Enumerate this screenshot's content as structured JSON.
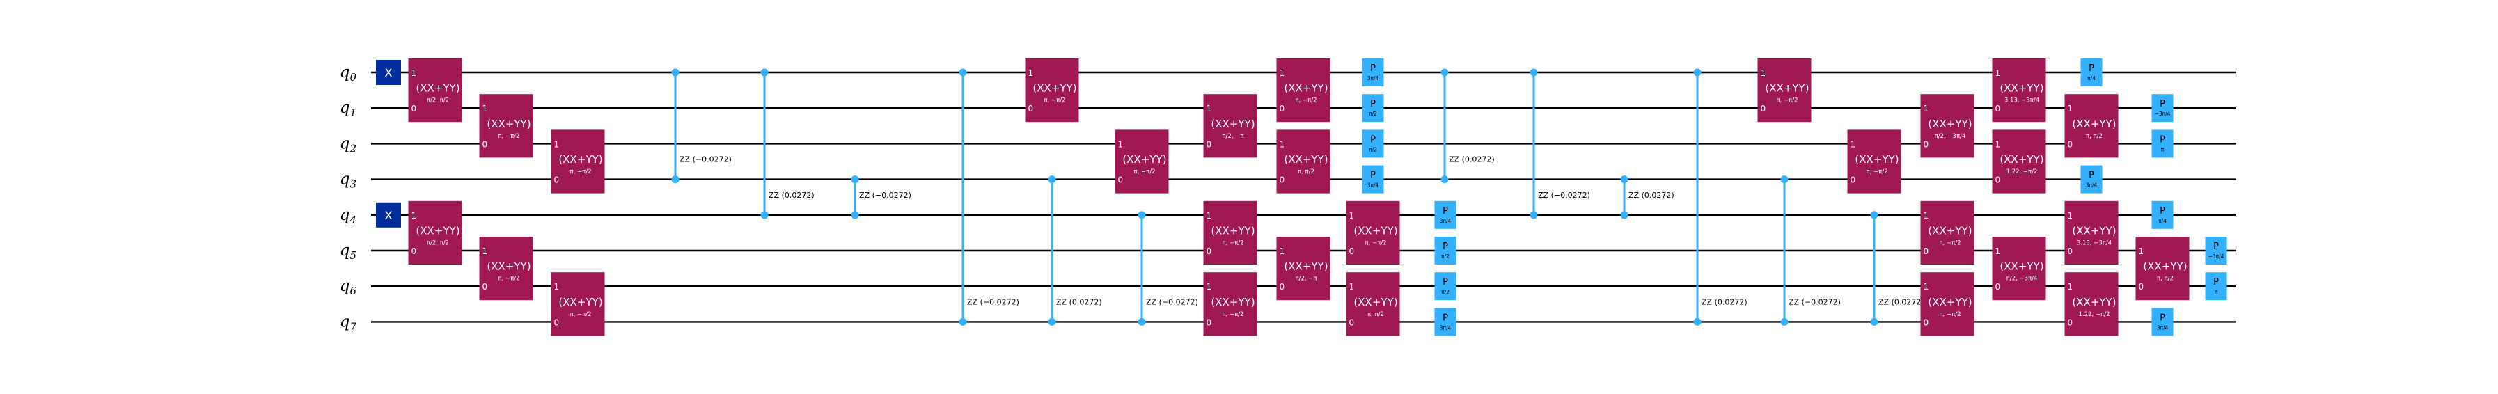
{
  "qubits": [
    {
      "name": "q",
      "index": "0"
    },
    {
      "name": "q",
      "index": "1"
    },
    {
      "name": "q",
      "index": "2"
    },
    {
      "name": "q",
      "index": "3"
    },
    {
      "name": "q",
      "index": "4"
    },
    {
      "name": "q",
      "index": "5"
    },
    {
      "name": "q",
      "index": "6"
    },
    {
      "name": "q",
      "index": "7"
    }
  ],
  "colors": {
    "x_gate": "#002D9C",
    "xx_yy_gate": "#9F1853",
    "p_gate": "#33B1FF",
    "zz_gate": "#33B1FF",
    "wire": "#000000",
    "gate_text": "#FFFFFF"
  },
  "gate_labels": {
    "x": "X",
    "xx_yy": "(XX+YY)",
    "p": "P",
    "port_top": "1",
    "port_bottom": "0"
  },
  "gates": [
    {
      "type": "x",
      "col": 0,
      "q": 0
    },
    {
      "type": "x",
      "col": 0,
      "q": 4
    },
    {
      "type": "xx",
      "col": 1,
      "q": [
        0,
        1
      ],
      "param": "π/2, π/2"
    },
    {
      "type": "xx",
      "col": 1,
      "q": [
        4,
        5
      ],
      "param": "π/2, π/2"
    },
    {
      "type": "xx",
      "col": 2,
      "q": [
        1,
        2
      ],
      "param": "π, −π/2"
    },
    {
      "type": "xx",
      "col": 2,
      "q": [
        5,
        6
      ],
      "param": "π, −π/2"
    },
    {
      "type": "xx",
      "col": 3,
      "q": [
        2,
        3
      ],
      "param": "π, −π/2"
    },
    {
      "type": "xx",
      "col": 3,
      "q": [
        6,
        7
      ],
      "param": "π, −π/2"
    },
    {
      "type": "zz",
      "col": 4,
      "q": [
        0,
        3
      ],
      "label": "ZZ (−0.0272)"
    },
    {
      "type": "zz",
      "col": 5,
      "q": [
        0,
        4
      ],
      "label": "ZZ (0.0272)"
    },
    {
      "type": "zz",
      "col": 6,
      "q": [
        3,
        4
      ],
      "label": "ZZ (−0.0272)"
    },
    {
      "type": "zz",
      "col": 7,
      "q": [
        0,
        7
      ],
      "label": "ZZ (−0.0272)"
    },
    {
      "type": "xx",
      "col": 8,
      "q": [
        0,
        1
      ],
      "param": "π, −π/2"
    },
    {
      "type": "zz",
      "col": 8,
      "q": [
        3,
        7
      ],
      "label": "ZZ (0.0272)"
    },
    {
      "type": "xx",
      "col": 9,
      "q": [
        2,
        3
      ],
      "param": "π, −π/2"
    },
    {
      "type": "zz",
      "col": 9,
      "q": [
        4,
        7
      ],
      "label": "ZZ (−0.0272)"
    },
    {
      "type": "xx",
      "col": 10,
      "q": [
        1,
        2
      ],
      "param": "π/2, −π"
    },
    {
      "type": "xx",
      "col": 10,
      "q": [
        4,
        5
      ],
      "param": "π, −π/2"
    },
    {
      "type": "xx",
      "col": 10,
      "q": [
        6,
        7
      ],
      "param": "π, −π/2"
    },
    {
      "type": "xx",
      "col": 11,
      "q": [
        0,
        1
      ],
      "param": "π, −π/2"
    },
    {
      "type": "xx",
      "col": 11,
      "q": [
        2,
        3
      ],
      "param": "π, π/2"
    },
    {
      "type": "xx",
      "col": 11,
      "q": [
        5,
        6
      ],
      "param": "π/2, −π"
    },
    {
      "type": "p",
      "col": 12,
      "q": 0,
      "param": "3π/4"
    },
    {
      "type": "p",
      "col": 12,
      "q": 1,
      "param": "π/2"
    },
    {
      "type": "p",
      "col": 12,
      "q": 2,
      "param": "π/2"
    },
    {
      "type": "p",
      "col": 12,
      "q": 3,
      "param": "3π/4"
    },
    {
      "type": "xx",
      "col": 12,
      "q": [
        4,
        5
      ],
      "param": "π, −π/2"
    },
    {
      "type": "xx",
      "col": 12,
      "q": [
        6,
        7
      ],
      "param": "π, π/2"
    },
    {
      "type": "p",
      "col": 13,
      "q": 4,
      "param": "3π/4"
    },
    {
      "type": "p",
      "col": 13,
      "q": 5,
      "param": "π/2"
    },
    {
      "type": "p",
      "col": 13,
      "q": 6,
      "param": "π/2"
    },
    {
      "type": "p",
      "col": 13,
      "q": 7,
      "param": "3π/4"
    },
    {
      "type": "zz",
      "col": 14,
      "q": [
        0,
        3
      ],
      "label": "ZZ (0.0272)"
    },
    {
      "type": "zz",
      "col": 15,
      "q": [
        0,
        4
      ],
      "label": "ZZ (−0.0272)"
    },
    {
      "type": "zz",
      "col": 16,
      "q": [
        3,
        4
      ],
      "label": "ZZ (0.0272)"
    },
    {
      "type": "zz",
      "col": 17,
      "q": [
        0,
        7
      ],
      "label": "ZZ (0.0272)"
    },
    {
      "type": "xx",
      "col": 18,
      "q": [
        0,
        1
      ],
      "param": "π, −π/2"
    },
    {
      "type": "zz",
      "col": 18,
      "q": [
        3,
        7
      ],
      "label": "ZZ (−0.0272)"
    },
    {
      "type": "xx",
      "col": 19,
      "q": [
        2,
        3
      ],
      "param": "π, −π/2"
    },
    {
      "type": "zz",
      "col": 19,
      "q": [
        4,
        7
      ],
      "label": "ZZ (0.0272)"
    },
    {
      "type": "xx",
      "col": 20,
      "q": [
        1,
        2
      ],
      "param": "π/2, −3π/4"
    },
    {
      "type": "xx",
      "col": 20,
      "q": [
        4,
        5
      ],
      "param": "π, −π/2"
    },
    {
      "type": "xx",
      "col": 20,
      "q": [
        6,
        7
      ],
      "param": "π, −π/2"
    },
    {
      "type": "xx",
      "col": 21,
      "q": [
        0,
        1
      ],
      "param": "3.13, −3π/4"
    },
    {
      "type": "xx",
      "col": 21,
      "q": [
        2,
        3
      ],
      "param": "1.22, −π/2"
    },
    {
      "type": "xx",
      "col": 21,
      "q": [
        5,
        6
      ],
      "param": "π/2, −3π/4"
    },
    {
      "type": "p",
      "col": 22,
      "q": 0,
      "param": "π/4"
    },
    {
      "type": "xx",
      "col": 22,
      "q": [
        1,
        2
      ],
      "param": "π, π/2"
    },
    {
      "type": "p",
      "col": 22,
      "q": 3,
      "param": "3π/4"
    },
    {
      "type": "xx",
      "col": 22,
      "q": [
        4,
        5
      ],
      "param": "3.13, −3π/4"
    },
    {
      "type": "xx",
      "col": 22,
      "q": [
        6,
        7
      ],
      "param": "1.22, −π/2"
    },
    {
      "type": "p",
      "col": 23,
      "q": 1,
      "param": "−3π/4"
    },
    {
      "type": "p",
      "col": 23,
      "q": 2,
      "param": "π"
    },
    {
      "type": "p",
      "col": 23,
      "q": 4,
      "param": "π/4"
    },
    {
      "type": "xx",
      "col": 23,
      "q": [
        5,
        6
      ],
      "param": "π, π/2"
    },
    {
      "type": "p",
      "col": 23,
      "q": 7,
      "param": "3π/4"
    },
    {
      "type": "p",
      "col": 24,
      "q": 5,
      "param": "−3π/4"
    },
    {
      "type": "p",
      "col": 24,
      "q": 6,
      "param": "π"
    }
  ]
}
